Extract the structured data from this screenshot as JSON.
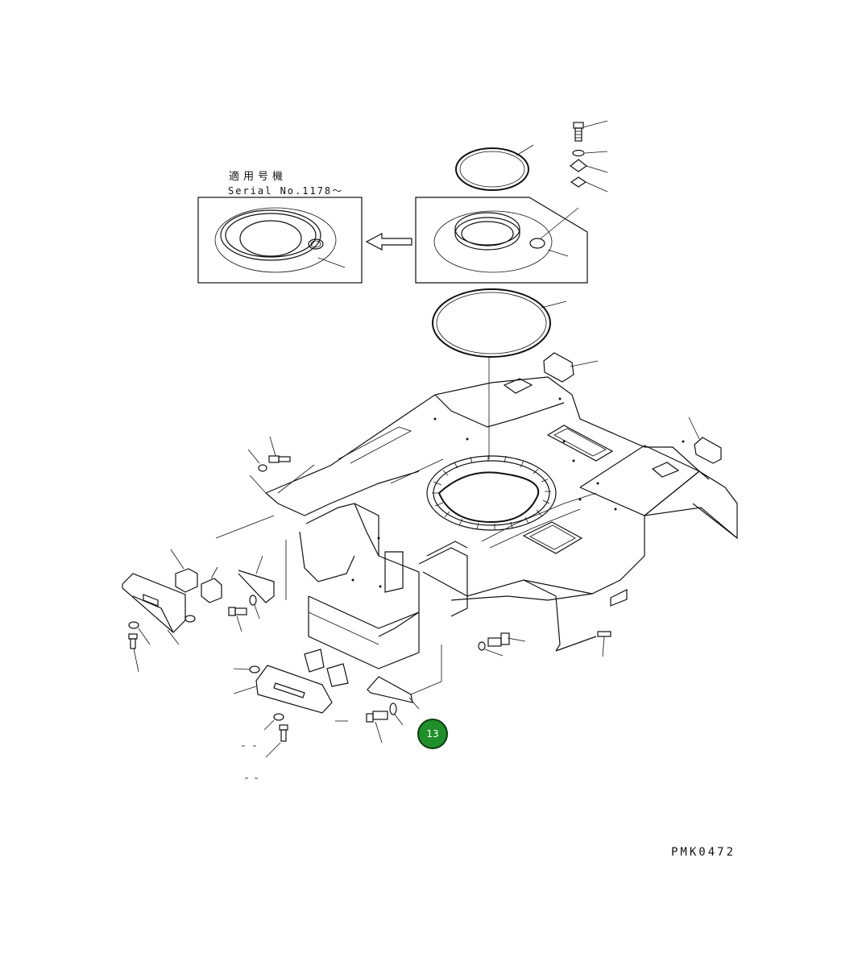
{
  "diagram": {
    "note_jp": "適用号機",
    "note_serial": "Serial No.1178～",
    "drawing_code": "PMK0472",
    "callout": {
      "number": "13",
      "fill_color": "#1f8f2a",
      "text_color": "#ffffff"
    }
  }
}
